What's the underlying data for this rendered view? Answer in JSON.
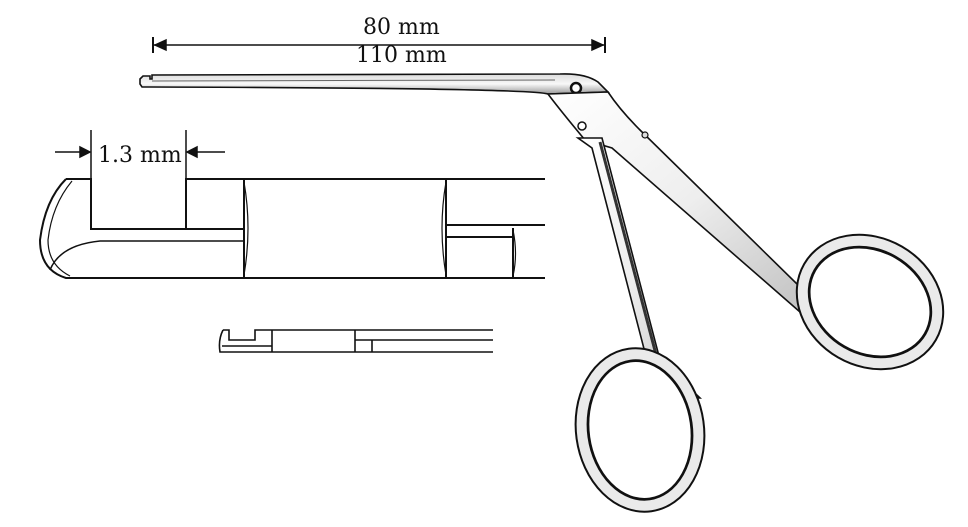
{
  "diagram": {
    "subject": "Micro ear forceps (cup/alligator style) with ring handles",
    "dimensions": {
      "shaft_length_short": "80 mm",
      "shaft_length_long": "110 mm",
      "jaw_width": "1.3 mm"
    },
    "views": [
      {
        "name": "full-instrument",
        "description": "Side view of instrument with straight shaft and angled ring handles"
      },
      {
        "name": "jaw-detail-enlarged",
        "description": "Enlarged side view of jaw tip showing 1.3 mm opening"
      },
      {
        "name": "jaw-detail-actual",
        "description": "Smaller actual-scale side view of jaw tip"
      }
    ],
    "colors": {
      "line": "#111111",
      "metal_light": "#f2f2f2",
      "metal_shadow": "#7a7a7a",
      "background": "#ffffff"
    }
  }
}
